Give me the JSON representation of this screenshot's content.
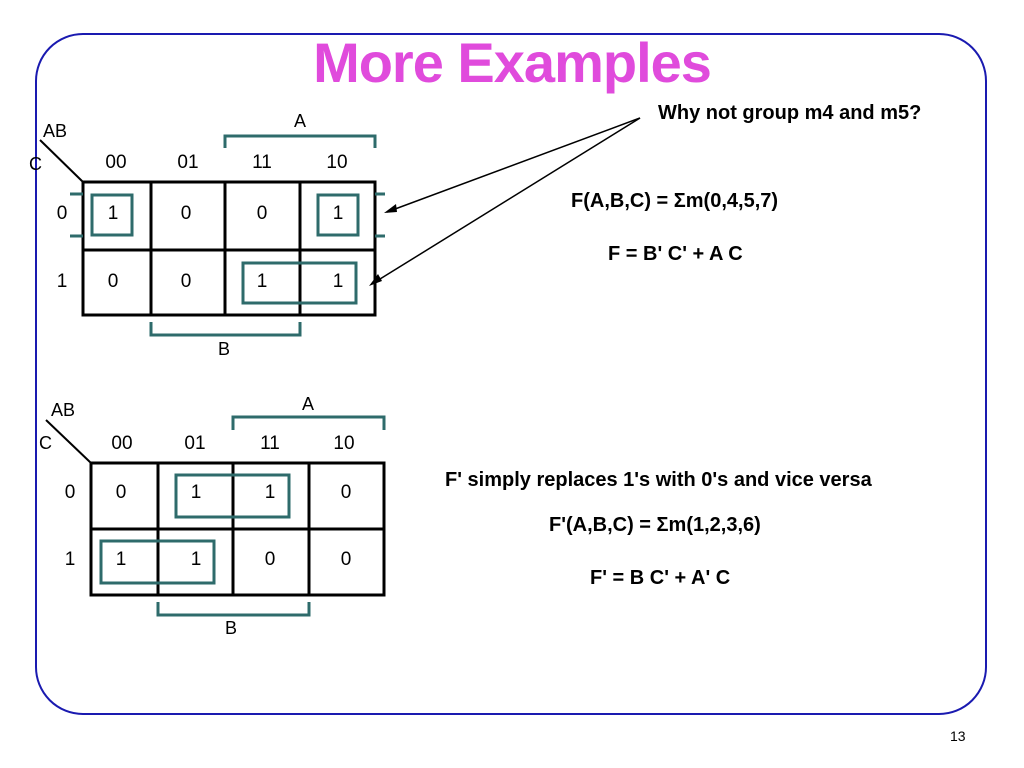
{
  "title": "More Examples",
  "slide_number": "13",
  "kmap1": {
    "corner_ab": "AB",
    "corner_c": "C",
    "col_headers": [
      "00",
      "01",
      "11",
      "10"
    ],
    "row_headers": [
      "0",
      "1"
    ],
    "cells": [
      [
        "1",
        "0",
        "0",
        "1"
      ],
      [
        "0",
        "0",
        "1",
        "1"
      ]
    ],
    "label_a": "A",
    "label_b": "B"
  },
  "kmap2": {
    "corner_ab": "AB",
    "corner_c": "C",
    "col_headers": [
      "00",
      "01",
      "11",
      "10"
    ],
    "row_headers": [
      "0",
      "1"
    ],
    "cells": [
      [
        "0",
        "1",
        "1",
        "0"
      ],
      [
        "1",
        "1",
        "0",
        "0"
      ]
    ],
    "label_a": "A",
    "label_b": "B"
  },
  "annotations": {
    "question": "Why not group m4 and m5?",
    "f1_sum": "F(A,B,C) = Σm(0,4,5,7)",
    "f1_simplified": "F = B' C'  + A C",
    "note": "F' simply replaces 1's with 0's and vice versa",
    "f2_sum": "F'(A,B,C) = Σm(1,2,3,6)",
    "f2_simplified": "F' = B C'  + A' C"
  },
  "colors": {
    "title": "#e04bdc",
    "frame": "#1a1ab0",
    "group": "#2e6b6b"
  }
}
